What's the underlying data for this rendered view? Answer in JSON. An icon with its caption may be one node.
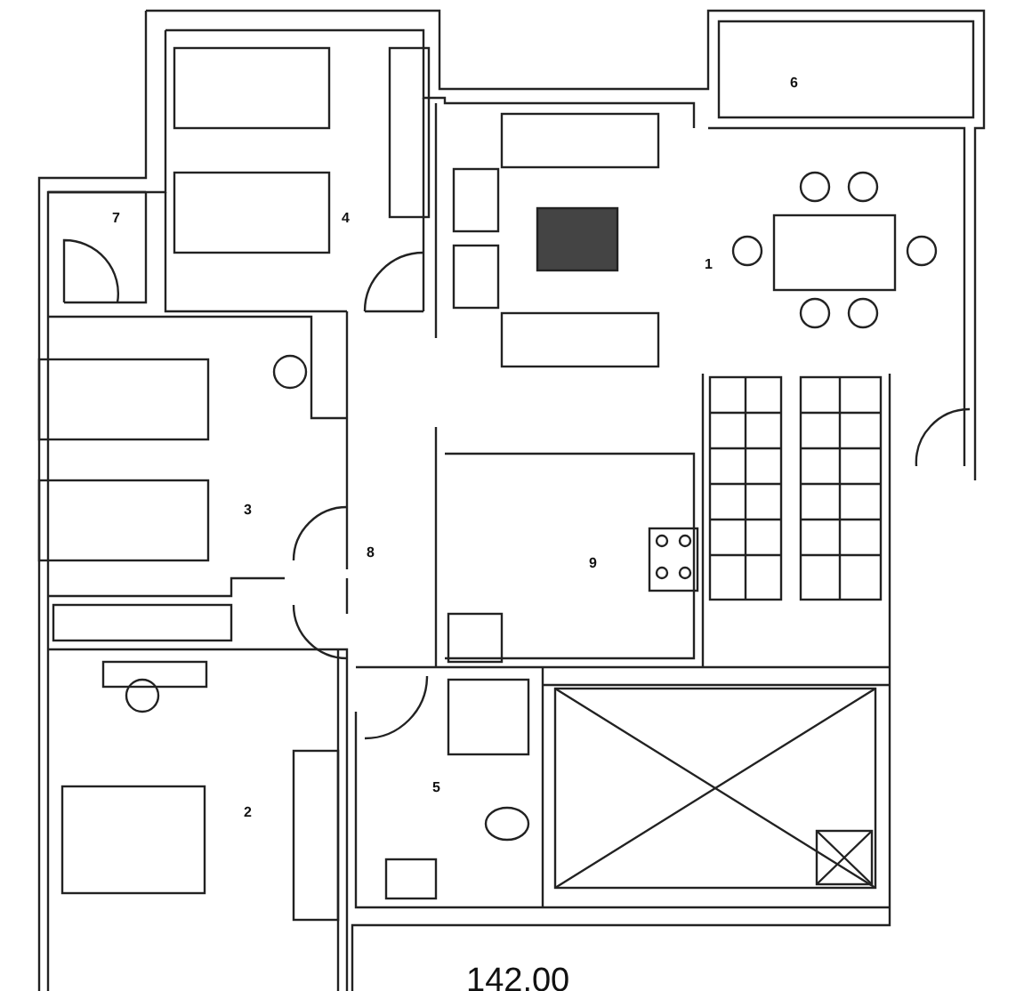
{
  "diagram": {
    "labels": [
      "6",
      "4",
      "7",
      "1",
      "3",
      "8",
      "9",
      "5",
      "2",
      "142.00"
    ]
  }
}
